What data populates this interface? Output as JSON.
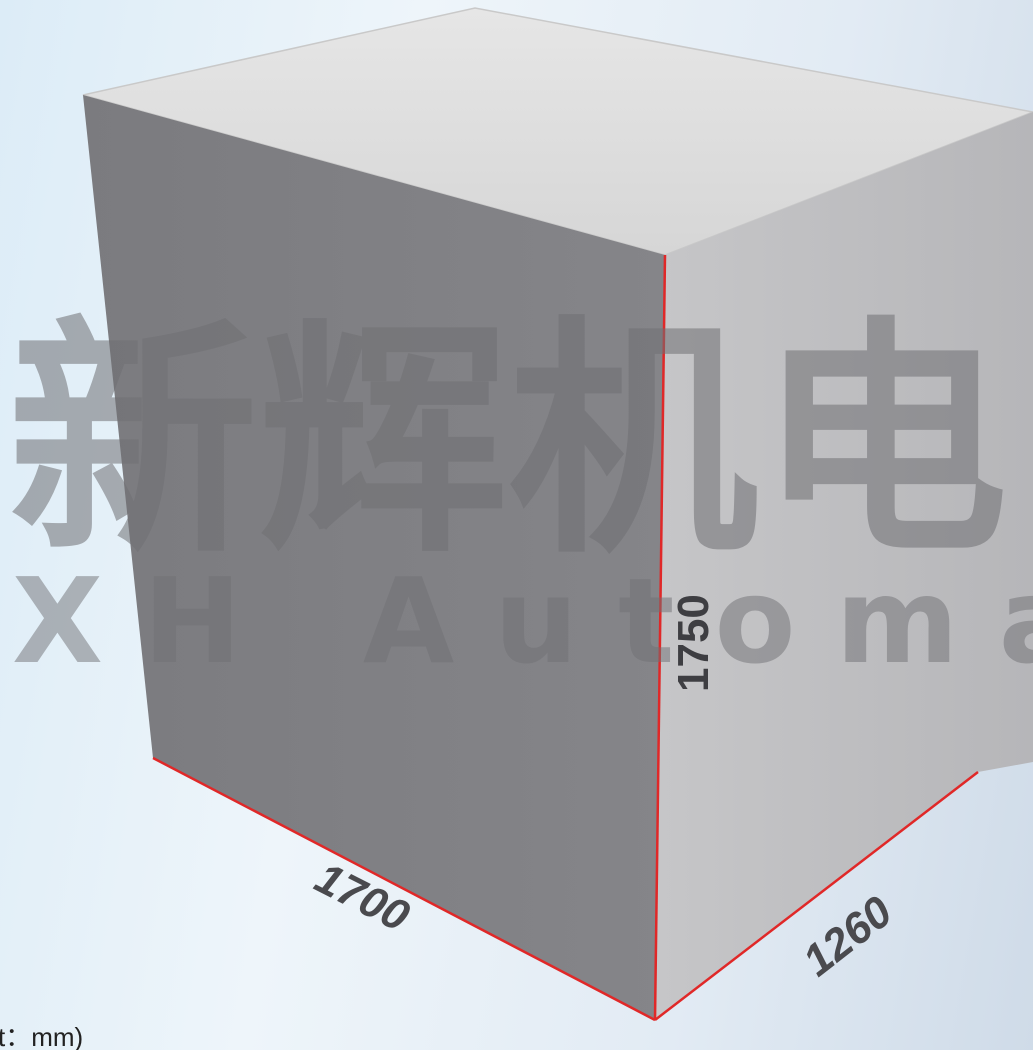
{
  "dimensions": {
    "length": "1700",
    "width": "1260",
    "height": "1750"
  },
  "unit_label": "t：mm)",
  "watermark": {
    "chinese": "新辉机电",
    "english": "XH Automatio"
  },
  "colors": {
    "front_face": "#808084",
    "top_face": "#dedede",
    "side_face": "#bfbfc1",
    "edge_red": "#e02828",
    "label": "#3e3e42"
  }
}
